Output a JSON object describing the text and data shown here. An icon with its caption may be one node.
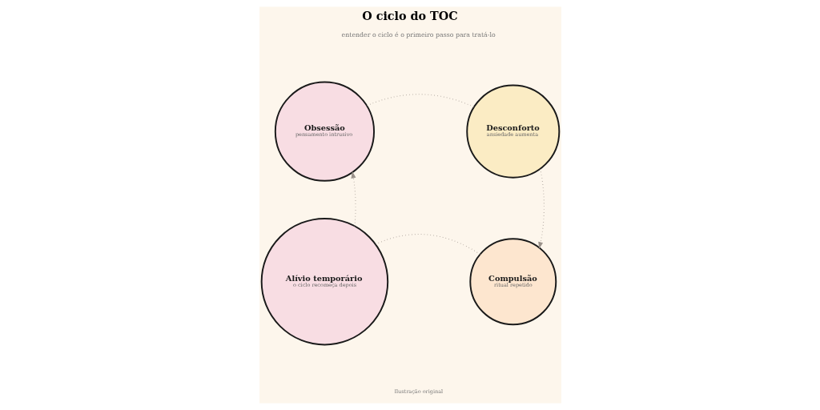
{
  "diagram": {
    "title": "O ciclo do TOC",
    "nodes": [
      {
        "text": [
          "Obsessão",
          "pensamento intrusivo"
        ]
      },
      {
        "text": [
          "Desconforto",
          "ansiedade aumenta"
        ]
      },
      {
        "text": [
          "Alívio temporário",
          "o ciclo recomeça depois"
        ]
      },
      {
        "text": [
          "Compulsão",
          "ritual repetido"
        ]
      }
    ],
    "edges": [
      {
        "from": 2,
        "to": 0,
        "arrow": "to",
        "style": "dashed"
      },
      {
        "from": 0,
        "to": 1,
        "arrow": "none",
        "style": "dashed"
      },
      {
        "from": 1,
        "to": 3,
        "arrow": "to",
        "style": "dashed"
      },
      {
        "from": 3,
        "to": 2,
        "arrow": "none",
        "style": "dashed"
      }
    ],
    "labels": [
      "entender o ciclo é o primeiro passo para tratá-lo",
      "Ilustração original"
    ]
  }
}
